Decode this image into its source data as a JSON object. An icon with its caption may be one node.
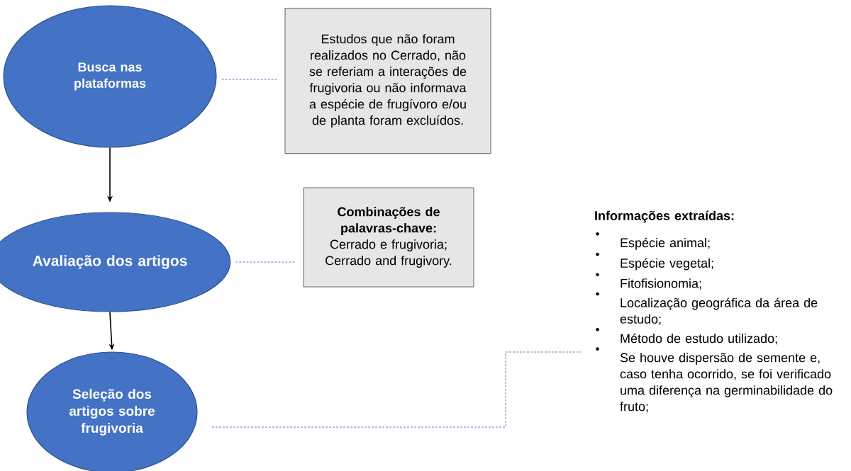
{
  "diagram": {
    "nodes": [
      {
        "text": [
          "Busca nas plataformas"
        ]
      },
      {
        "text": [
          "Estudos que não foram realizados no Cerrado, não se referiam a interações de frugivoria ou não informava a espécie de frugívoro e/ou de planta foram excluídos."
        ]
      },
      {
        "text": [
          "Avaliação dos artigos"
        ]
      },
      {
        "text": [
          "Combinações de palavras-chave:",
          "Cerrado e frugivoria; Cerrado and frugivory."
        ]
      },
      {
        "text": [
          "Seleção dos artigos sobre frugivoria"
        ]
      },
      {
        "text": [
          "Informações extraídas:",
          "Espécie animal;",
          "Espécie vegetal;",
          "Fitofisionomia;",
          "Localização geográfica da área de estudo;",
          "Método de estudo utilizado;",
          "Se houve dispersão de semente e, caso tenha ocorrido, se foi verificado uma diferença na germinabilidade do fruto;"
        ]
      }
    ],
    "edges": [
      {
        "from": 0,
        "to": 2,
        "arrow": "to",
        "color": "#000000"
      },
      {
        "from": 2,
        "to": 4,
        "arrow": "to",
        "color": "#000000"
      },
      {
        "from": 0,
        "to": 1,
        "arrow": "none",
        "style": "dashed",
        "color": "#4472c4"
      },
      {
        "from": 2,
        "to": 3,
        "arrow": "none",
        "style": "dashed",
        "color": "#4472c4"
      },
      {
        "from": 4,
        "to": 5,
        "arrow": "none",
        "style": "dashed",
        "color": "#4472c4"
      }
    ]
  }
}
